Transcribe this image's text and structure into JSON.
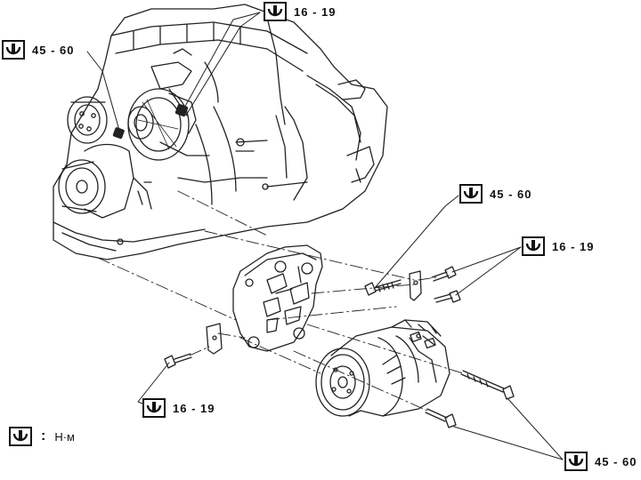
{
  "torque_callouts": {
    "top_center": "16 - 19",
    "top_left": "45 - 60",
    "mid_right_upper": "45 - 60",
    "mid_right_lower": "16 - 19",
    "bottom_left": "16 - 19",
    "bottom_right": "45 - 60"
  },
  "legend": {
    "unit": "Н·м"
  },
  "icons": {
    "torque_symbol": "torque-wrench-icon"
  }
}
